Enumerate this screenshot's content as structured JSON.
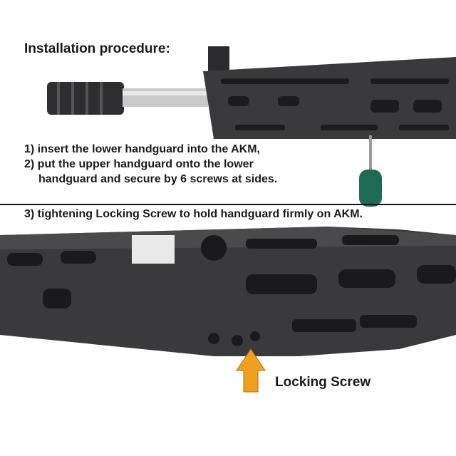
{
  "title": "Installation procedure:",
  "steps": {
    "step1": "1) insert the lower handguard into the AKM,",
    "step2_line1": "2) put the upper handguard onto the lower",
    "step2_line2": "handguard and secure by 6 screws at sides.",
    "step3": "3) tightening Locking Screw to hold handguard firmly on AKM."
  },
  "callout": {
    "label": "Locking Screw",
    "arrow_color": "#f0a020"
  },
  "colors": {
    "handguard": "#3a3a3c",
    "screwdriver_handle": "#1f6a55"
  }
}
